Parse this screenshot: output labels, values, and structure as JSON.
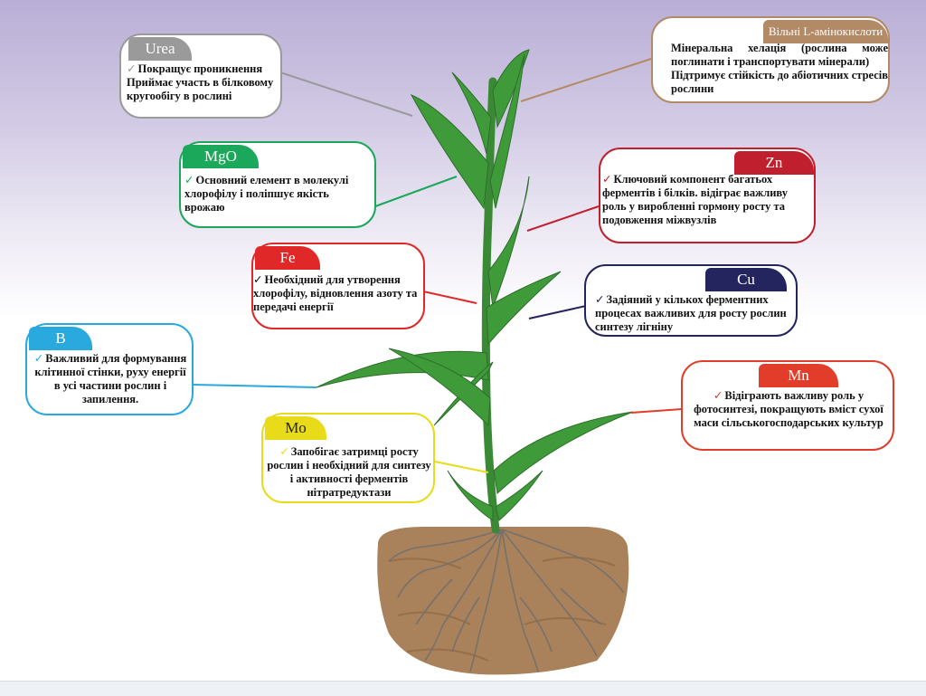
{
  "colors": {
    "urea": "#9a9a9a",
    "amino": "#b38a66",
    "mgo": "#1ca85a",
    "zn": "#c0202e",
    "fe": "#e02828",
    "cu": "#24245e",
    "b": "#2aa9df",
    "mn": "#e23c2a",
    "mo": "#e8dc1a",
    "leaf": "#3f9a3a",
    "soil": "#a9815a"
  },
  "labels": {
    "urea": {
      "title": "Urea",
      "check": "✓",
      "line1": "Покращує проникнення",
      "line2": "Приймає участь в білковому кругообігу в рослині"
    },
    "amino": {
      "title": "Вільні L-амінокислоти",
      "line1": "Мінеральна хелація (рослина може поглинати і транспортувати мінерали)",
      "line2": "Підтримує стійкість до абіотичних стресів рослини"
    },
    "mgo": {
      "title": "MgO",
      "check": "✓",
      "text": "Основний елемент в молекулі хлорофілу і поліпшує якість врожаю"
    },
    "zn": {
      "title": "Zn",
      "check": "✓",
      "text": "Ключовий компонент багатьох ферментів і білків. відіграє важливу роль у виробленні гормону росту та подовження міжвузлів"
    },
    "fe": {
      "title": "Fe",
      "check": "✓",
      "text": "Необхідний для утворення хлорофілу, відновлення азоту та передачі енергії"
    },
    "cu": {
      "title": "Cu",
      "check": "✓",
      "text": "Задіяний у кількох ферментних процесах важливих для росту рослин синтезу лігніну"
    },
    "b": {
      "title": "B",
      "check": "✓",
      "text": "Важливий для формування клітинної стінки, руху енергії в усі частини рослин і запилення."
    },
    "mn": {
      "title": "Mn",
      "check": "✓",
      "text": "Відіграють важливу роль у фотосинтезі, покращують вміст сухої маси сільськогосподарських культур"
    },
    "mo": {
      "title": "Mo",
      "check": "✓",
      "text": "Запобігає затримці росту рослин і необхідний для синтезу і активності ферментів нітратредуктази"
    }
  }
}
